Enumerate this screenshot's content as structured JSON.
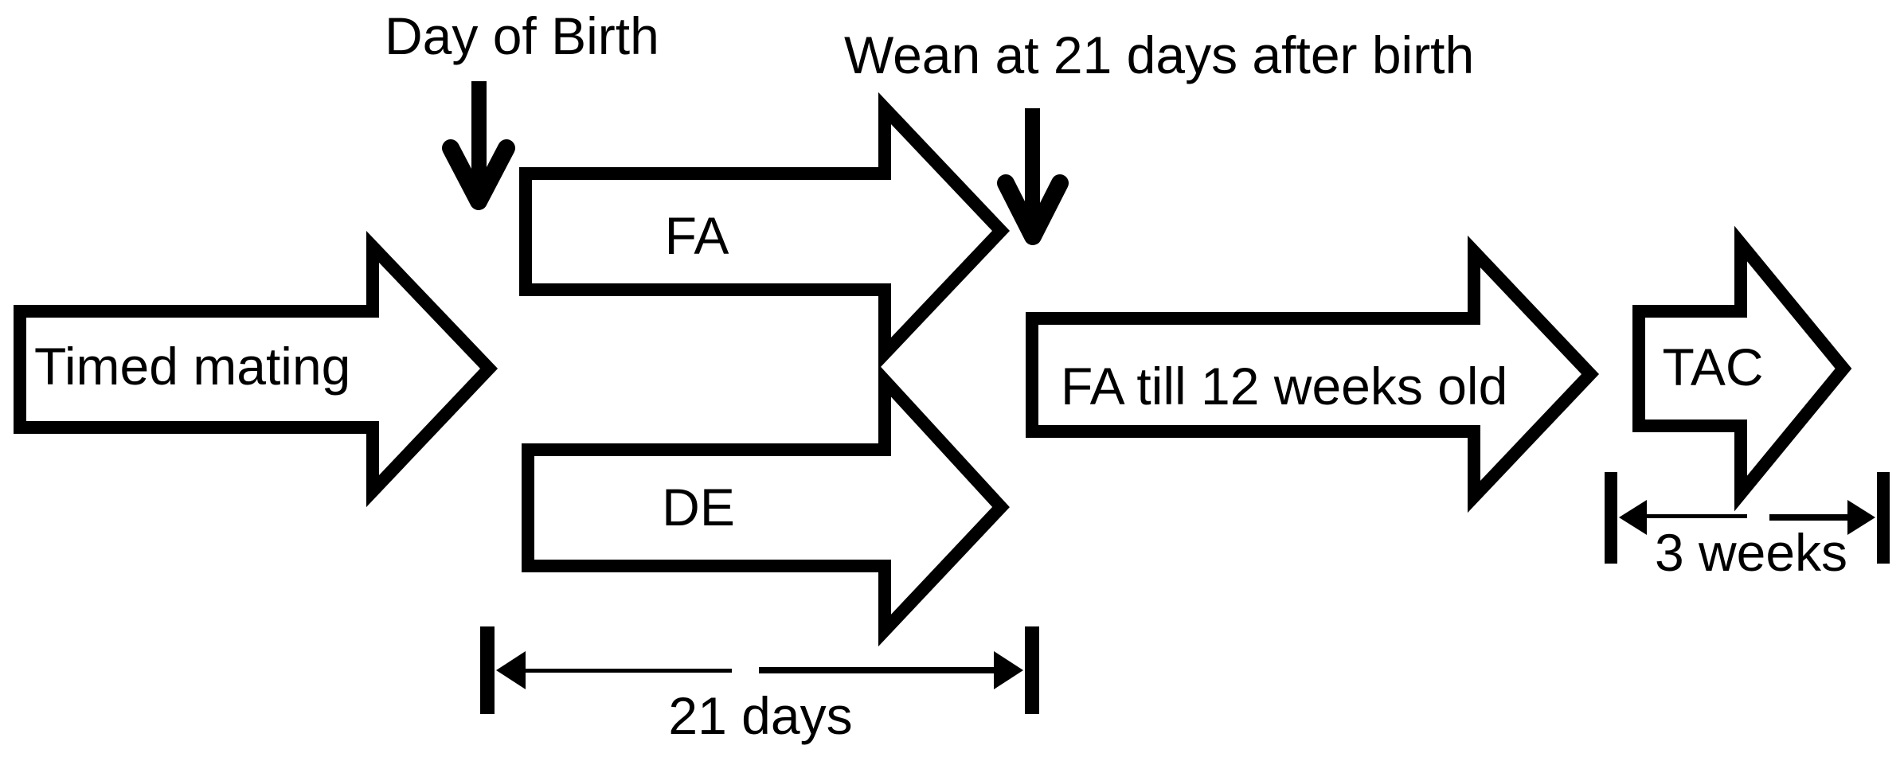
{
  "diagram": {
    "title_hint": "Experimental timeline diagram",
    "background_color": "#ffffff",
    "line_color": "#000000",
    "arrow_fill_color": "#ffffff",
    "annotations": {
      "day_of_birth": "Day of Birth",
      "wean": "Wean at 21 days after birth"
    },
    "arrows": {
      "timed_mating": "Timed mating",
      "fa": "FA",
      "de": "DE",
      "fa_till_12_weeks": "FA till 12 weeks old",
      "tac": "TAC"
    },
    "dimensions": {
      "fa_de_duration": "21 days",
      "tac_duration": "3 weeks"
    }
  }
}
